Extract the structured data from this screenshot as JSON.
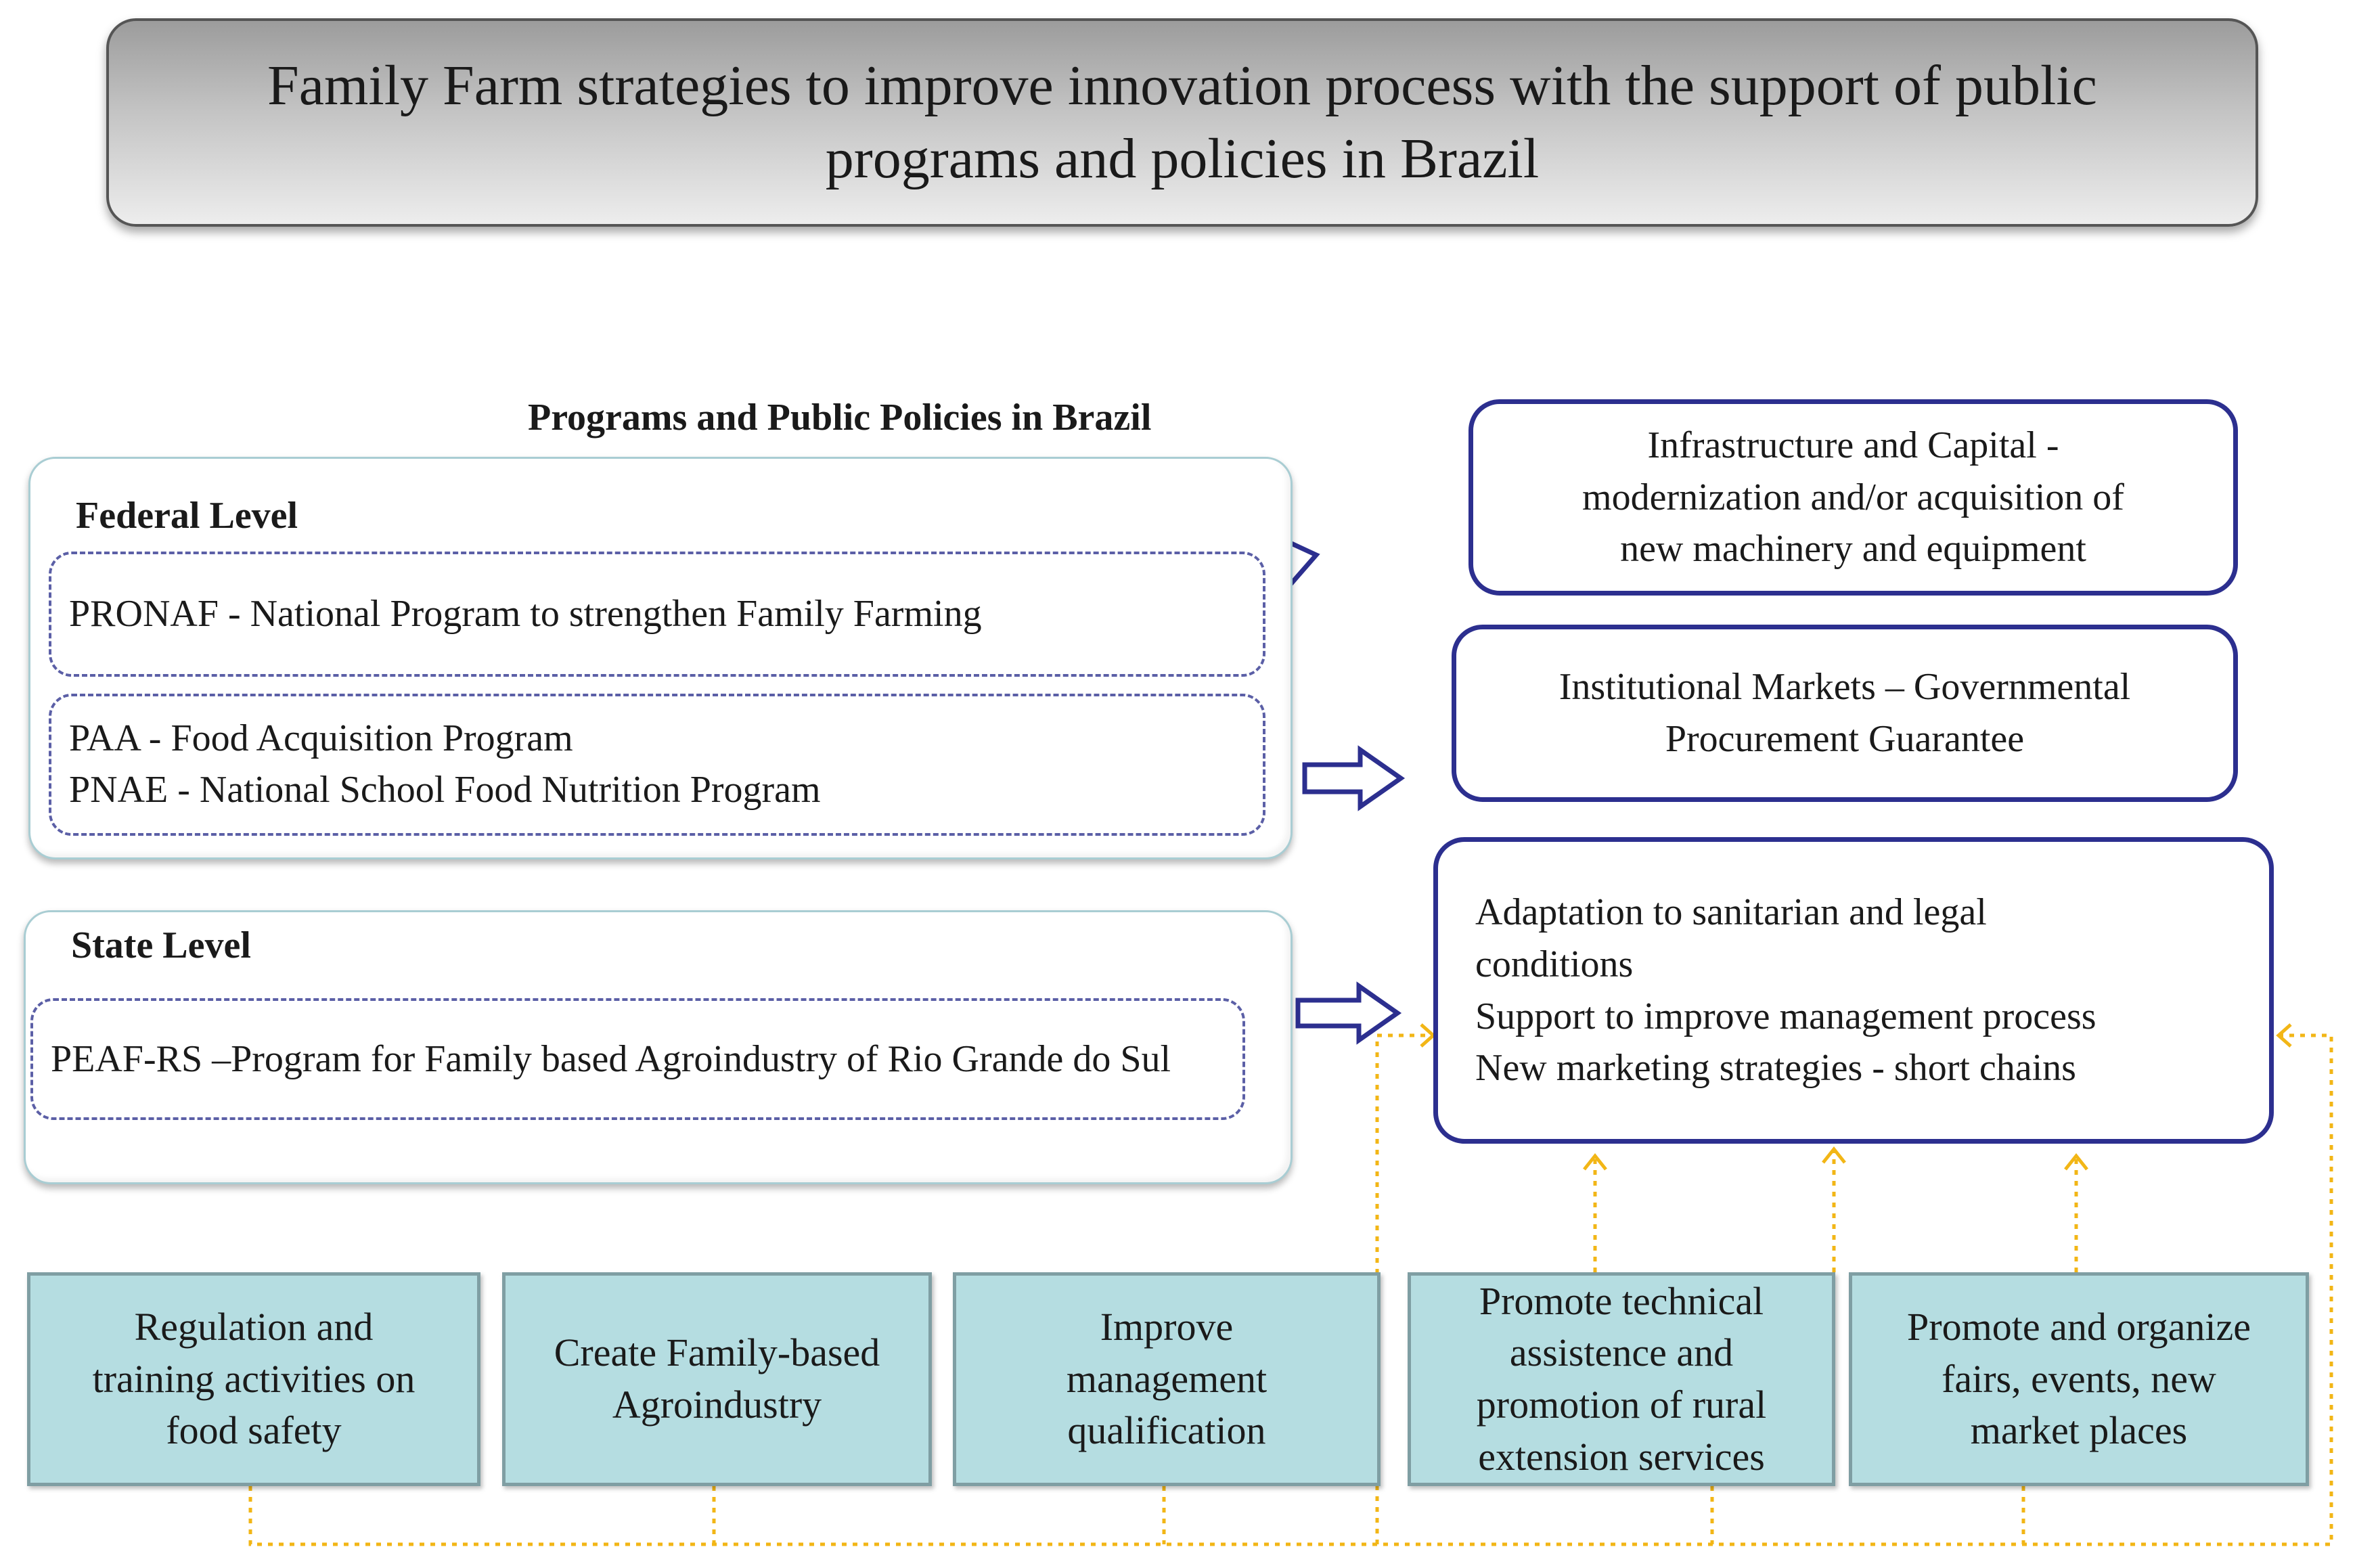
{
  "title": {
    "line1": "Family Farm strategies to improve innovation process with the support of public",
    "line2": "programs and policies in Brazil"
  },
  "programs_heading": "Programs and  Public Policies in Brazil",
  "federal": {
    "label": "Federal Level",
    "pronaf": "PRONAF  - National Program to strengthen Family Farming",
    "paa": "PAA  - Food Acquisition Program",
    "pnae": "PNAE  - National School Food  Nutrition Program"
  },
  "state": {
    "label": "State Level",
    "peaf": "PEAF-RS  –Program for Family based Agroindustry of Rio Grande do Sul"
  },
  "outcomes": {
    "infrastructure": {
      "line1": "Infrastructure  and Capital -",
      "line2": "modernization and/or acquisition of",
      "line3": "new machinery and equipment"
    },
    "markets": {
      "line1": "Institutional Markets – Governmental",
      "line2": "Procurement Guarantee"
    },
    "adaptation": {
      "line1": "Adaptation  to sanitarian and legal",
      "line2": "conditions",
      "line3": "Support to improve management  process",
      "line4": "New marketing  strategies - short chains"
    }
  },
  "actions": [
    {
      "line1": "Regulation and",
      "line2": "training activities on",
      "line3": "food  safety"
    },
    {
      "line1": "Create Family-based",
      "line2": "Agroindustry"
    },
    {
      "line1": "Improve",
      "line2": "management",
      "line3": "qualification"
    },
    {
      "line1": "Promote technical",
      "line2": "assistence and",
      "line3": "promotion of rural",
      "line4": "extension services"
    },
    {
      "line1": "Promote and  organize",
      "line2": "fairs, events, new",
      "line3": "market places"
    }
  ],
  "colors": {
    "outcome_border": "#2c2f8f",
    "dashed_border": "#5b5fa6",
    "action_fill": "#b5dde1",
    "connector": "#f2b616"
  }
}
